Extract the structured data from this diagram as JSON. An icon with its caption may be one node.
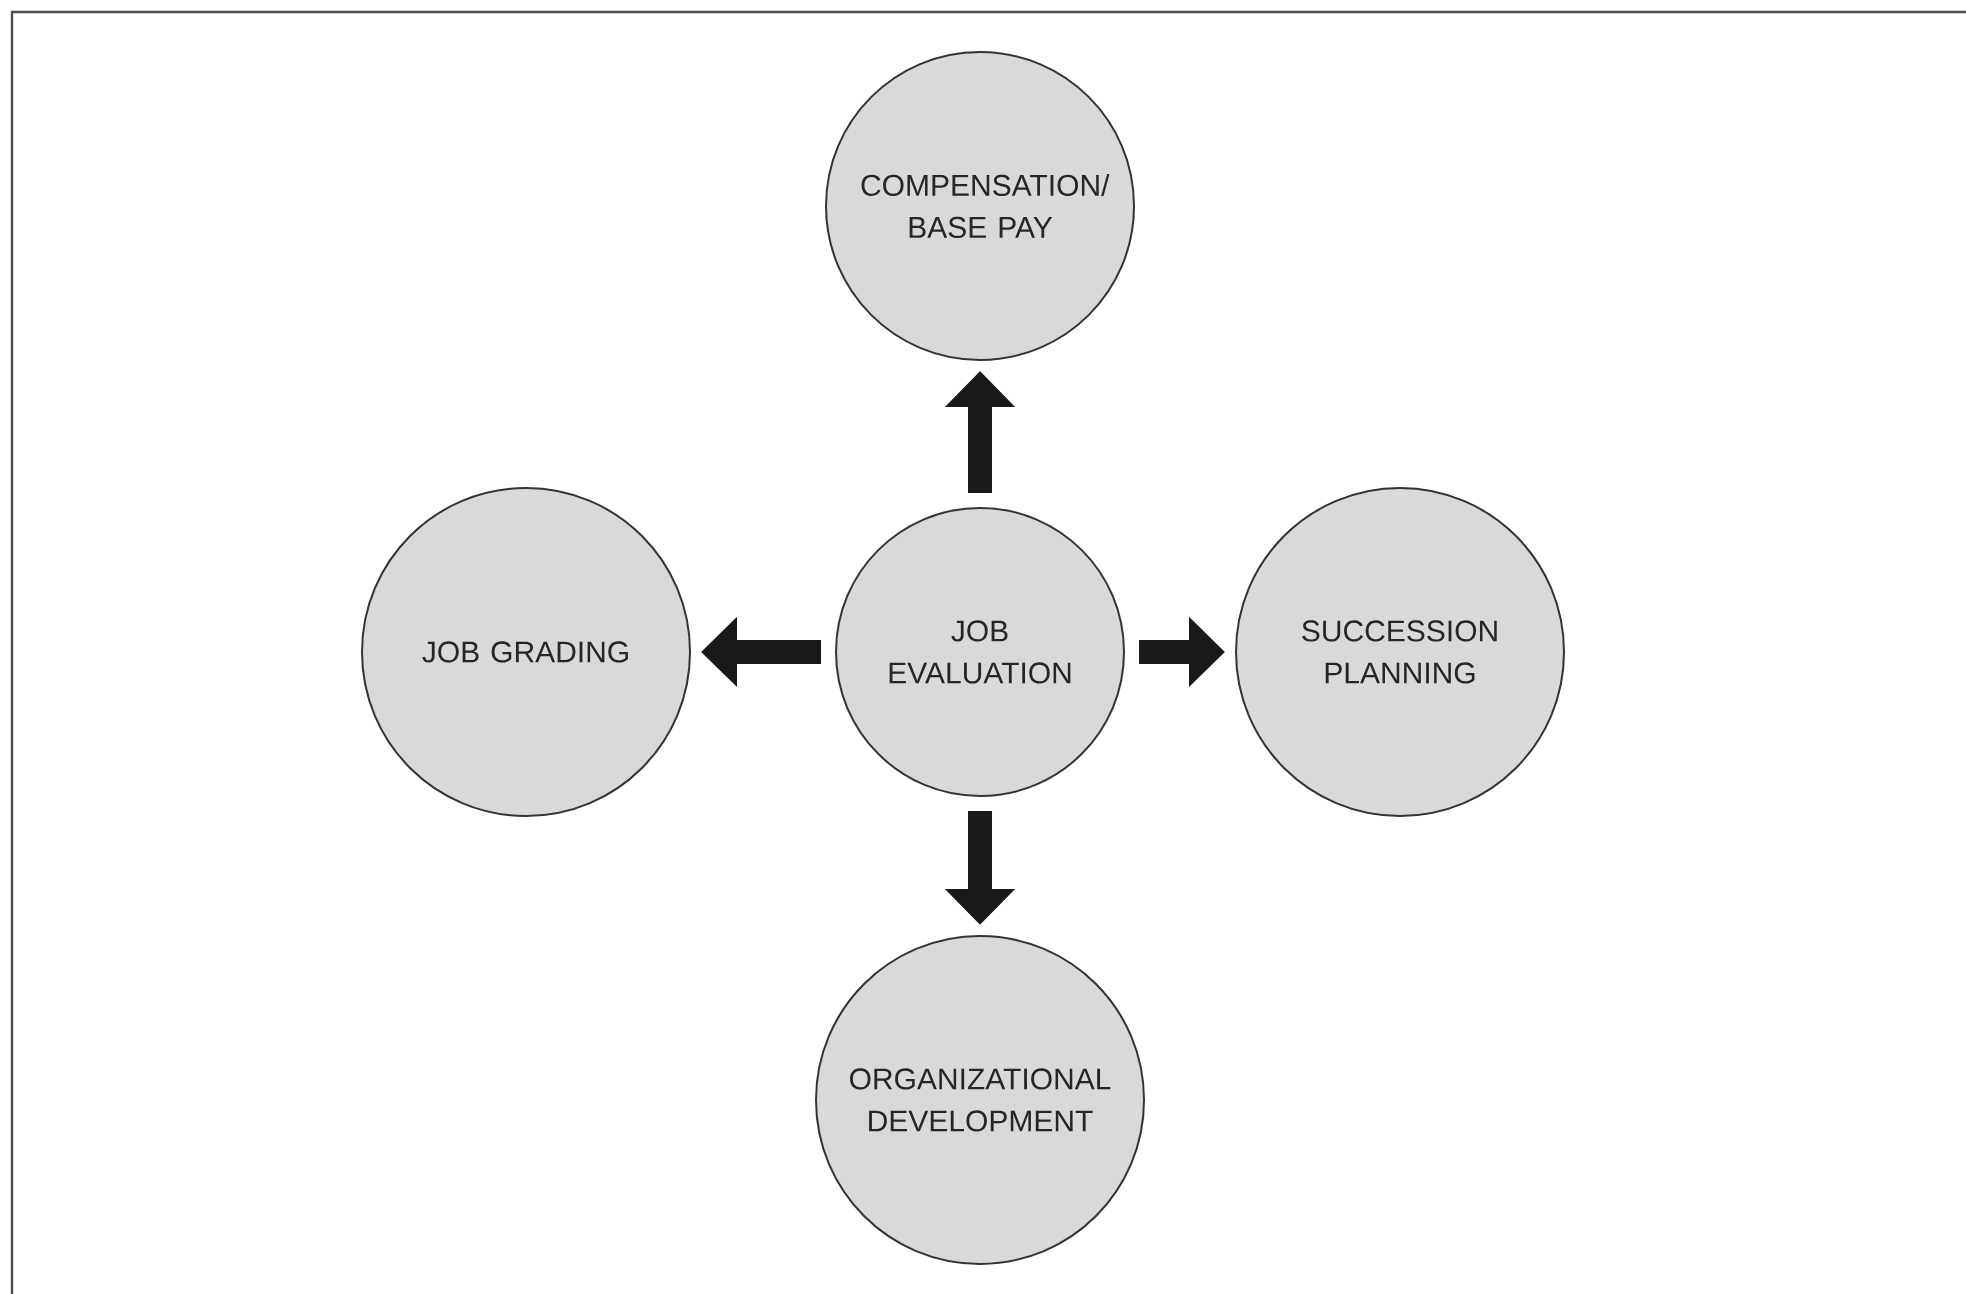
{
  "diagram": {
    "nodes": [
      {
        "text": [
          "COMPENSATION/ BASE PAY"
        ]
      },
      {
        "text": [
          "JOB GRADING"
        ]
      },
      {
        "text": [
          "JOB EVALUATION"
        ]
      },
      {
        "text": [
          "SUCCESSION PLANNING"
        ]
      },
      {
        "text": [
          "ORGANIZATIONAL DEVELOPMENT"
        ]
      }
    ],
    "edges": [
      {
        "from": 2,
        "to": 0,
        "arrow": "to"
      },
      {
        "from": 2,
        "to": 1,
        "arrow": "to"
      },
      {
        "from": 2,
        "to": 3,
        "arrow": "to"
      },
      {
        "from": 2,
        "to": 4,
        "arrow": "to"
      }
    ]
  }
}
